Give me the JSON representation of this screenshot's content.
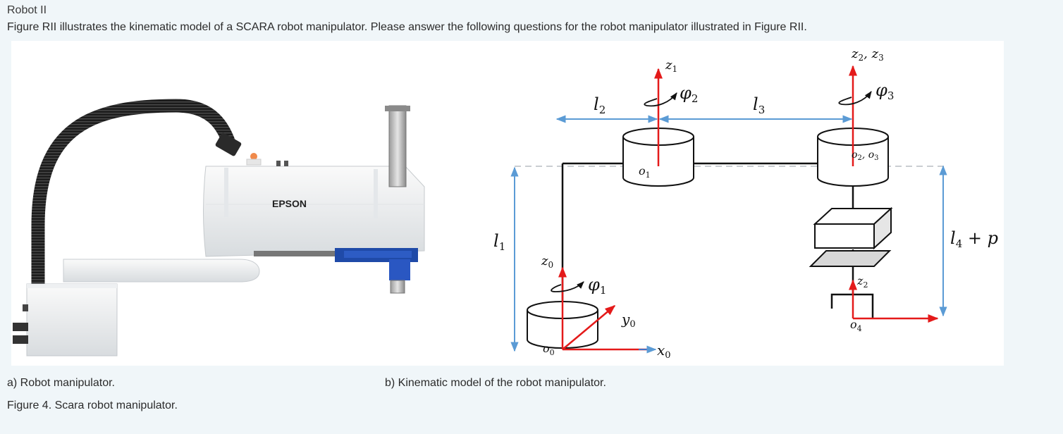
{
  "heading": "Robot II",
  "intro": "Figure RII illustrates the kinematic model of a SCARA robot manipulator. Please answer the following questions for the robot manipulator illustrated in Figure RII.",
  "photo": {
    "brand_label": "EPSON"
  },
  "diagram": {
    "l1": "l",
    "l1_sub": "1",
    "l2": "l",
    "l2_sub": "2",
    "l3": "l",
    "l3_sub": "3",
    "l4p": "l",
    "l4p_sub": "4",
    "l4p_rest": " + p",
    "z1": "z",
    "z1_sub": "1",
    "z23": "z",
    "z23_sub1": "2",
    "z23_sep": ", z",
    "z23_sub2": "3",
    "phi1": "φ",
    "phi1_sub": "1",
    "phi2": "φ",
    "phi2_sub": "2",
    "phi3": "φ",
    "phi3_sub": "3",
    "o1": "o",
    "o1_sub": "1",
    "o23": "o",
    "o23_sub1": "2",
    "o23_sep": ", o",
    "o23_sub2": "3",
    "z0": "z",
    "z0_sub": "0",
    "y0": "y",
    "y0_sub": "0",
    "x0": "x",
    "x0_sub": "0",
    "o0": "o",
    "o0_sub": "0",
    "z2": "z",
    "z2_sub": "2",
    "o4": "o",
    "o4_sub": "4"
  },
  "captions": {
    "a": "a) Robot manipulator.",
    "b": "b) Kinematic model of the robot manipulator.",
    "figure": "Figure 4. Scara robot manipulator."
  },
  "colors": {
    "axis_red": "#e41a1a",
    "dimension_blue": "#5b9bd5",
    "link_black": "#111111"
  }
}
